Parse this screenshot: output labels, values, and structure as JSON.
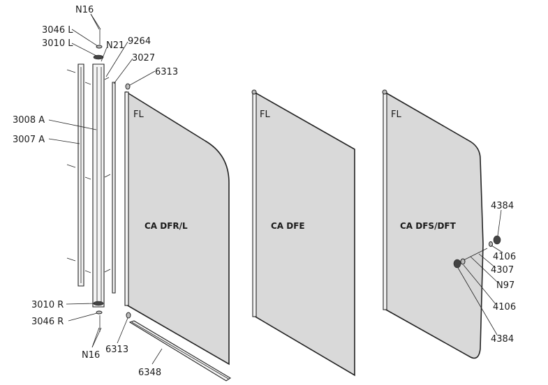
{
  "labels": {
    "n16_top": "N16",
    "p3046l": "3046 L",
    "p3010l": "3010 L",
    "n21": "N21",
    "p9264": "9264",
    "p3027": "3027",
    "p6313_top": "6313",
    "p3008a": "3008 A",
    "p3007a": "3007 A",
    "p3010r": "3010 R",
    "p3046r": "3046 R",
    "n16_bottom": "N16",
    "p6313_bottom": "6313",
    "p6348": "6348",
    "p4384_top": "4384",
    "p4106_top": "4106",
    "p4307": "4307",
    "n97": "N97",
    "p4106_bottom": "4106",
    "p4384_bottom": "4384"
  },
  "panels": [
    {
      "code": "CA DFR/L",
      "fl": "FL"
    },
    {
      "code": "CA DFE",
      "fl": "FL"
    },
    {
      "code": "CA DFS/DFT",
      "fl": "FL"
    }
  ]
}
